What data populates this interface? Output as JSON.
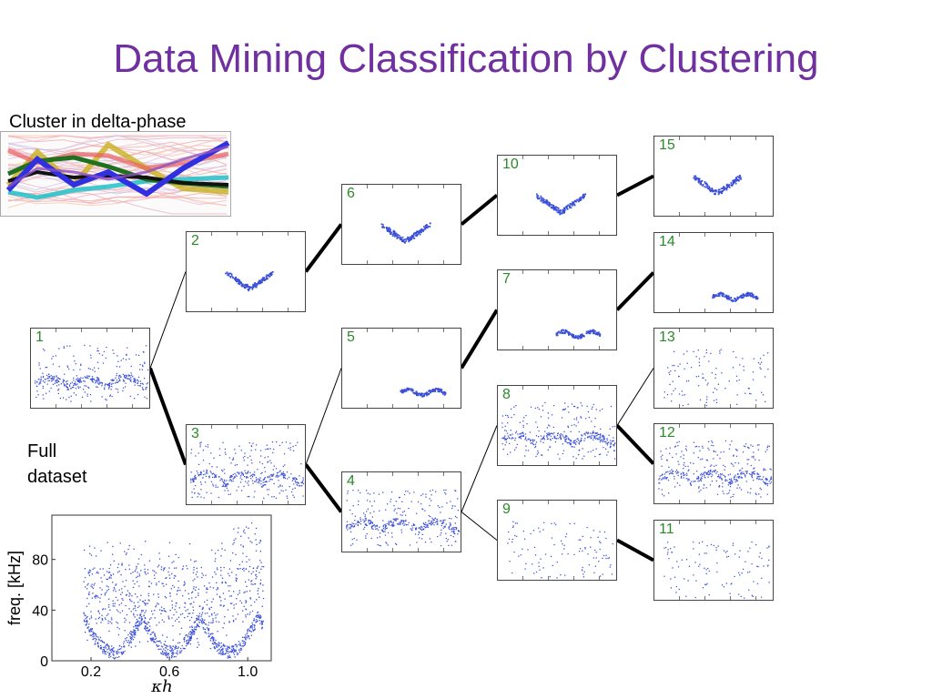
{
  "slide": {
    "title": "Data Mining Classification by Clustering",
    "delta_label": "Cluster in delta-phase",
    "full_label_line1": "Full",
    "full_label_line2": "dataset"
  },
  "tree": {
    "nodes": [
      {
        "id": "1",
        "label": "1",
        "pattern": "full"
      },
      {
        "id": "2",
        "label": "2",
        "pattern": "v"
      },
      {
        "id": "3",
        "label": "3",
        "pattern": "full"
      },
      {
        "id": "4",
        "label": "4",
        "pattern": "full"
      },
      {
        "id": "5",
        "label": "5",
        "pattern": "dash"
      },
      {
        "id": "6",
        "label": "6",
        "pattern": "v"
      },
      {
        "id": "7",
        "label": "7",
        "pattern": "dash"
      },
      {
        "id": "8",
        "label": "8",
        "pattern": "full"
      },
      {
        "id": "9",
        "label": "9",
        "pattern": "sparse"
      },
      {
        "id": "10",
        "label": "10",
        "pattern": "v"
      },
      {
        "id": "11",
        "label": "11",
        "pattern": "sparse"
      },
      {
        "id": "12",
        "label": "12",
        "pattern": "full"
      },
      {
        "id": "13",
        "label": "13",
        "pattern": "sparse"
      },
      {
        "id": "14",
        "label": "14",
        "pattern": "dash"
      },
      {
        "id": "15",
        "label": "15",
        "pattern": "v"
      }
    ],
    "edges": [
      {
        "from": "1",
        "to": "2",
        "weight": "thin"
      },
      {
        "from": "1",
        "to": "3",
        "weight": "thick"
      },
      {
        "from": "2",
        "to": "6",
        "weight": "thick"
      },
      {
        "from": "3",
        "to": "5",
        "weight": "thin"
      },
      {
        "from": "3",
        "to": "4",
        "weight": "thick"
      },
      {
        "from": "6",
        "to": "10",
        "weight": "thick"
      },
      {
        "from": "5",
        "to": "7",
        "weight": "thick"
      },
      {
        "from": "4",
        "to": "8",
        "weight": "thin"
      },
      {
        "from": "4",
        "to": "9",
        "weight": "thin"
      },
      {
        "from": "10",
        "to": "15",
        "weight": "thick"
      },
      {
        "from": "7",
        "to": "14",
        "weight": "thick"
      },
      {
        "from": "8",
        "to": "13",
        "weight": "thin"
      },
      {
        "from": "8",
        "to": "12",
        "weight": "thick"
      },
      {
        "from": "9",
        "to": "11",
        "weight": "thick"
      }
    ]
  },
  "chart_data": {
    "type": "scatter",
    "xlabel": "κh",
    "ylabel": "freq. [kHz]",
    "xlim": [
      0,
      1.12
    ],
    "ylim": [
      0,
      115
    ],
    "x_ticks": [
      "0.2",
      "0.6",
      "1.0"
    ],
    "y_ticks": [
      "0",
      "40",
      "80"
    ],
    "point_color": "#3a4fd8"
  },
  "colors": {
    "title": "#7030a0",
    "node_label": "#2a8a2a",
    "points": "#3a4fd8",
    "edge": "#000000"
  }
}
